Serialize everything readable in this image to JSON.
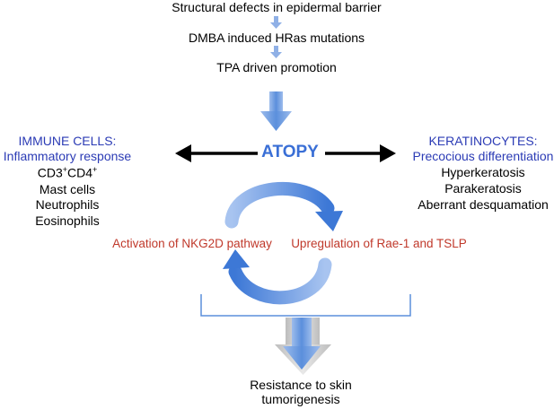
{
  "steps": {
    "step1": "Structural defects in epidermal barrier",
    "step2": "DMBA induced HRas mutations",
    "step3": "TPA driven promotion"
  },
  "center": {
    "label": "ATOPY"
  },
  "immune": {
    "title": "IMMUNE CELLS:",
    "subtitle": "Inflammatory response",
    "cd_line_cd3": "CD3",
    "cd_line_sup1": "+",
    "cd_line_cd4": "CD4",
    "cd_line_sup2": "+",
    "items": [
      "Mast cells",
      "Neutrophils",
      "Eosinophils"
    ]
  },
  "keratinocytes": {
    "title": "KERATINOCYTES:",
    "subtitle": "Precocious differentiation",
    "items": [
      "Hyperkeratosis",
      "Parakeratosis",
      "Aberrant desquamation"
    ]
  },
  "cycle": {
    "left": "Activation of NKG2D pathway",
    "right": "Upregulation of Rae-1 and TSLP"
  },
  "outcome": {
    "line1": "Resistance to skin",
    "line2": "tumorigenesis"
  },
  "colors": {
    "blue_text": "#2b3bb5",
    "atopy": "#3a6fd6",
    "red_text": "#c0392b",
    "arrow_blue": "#5b8fdc"
  }
}
